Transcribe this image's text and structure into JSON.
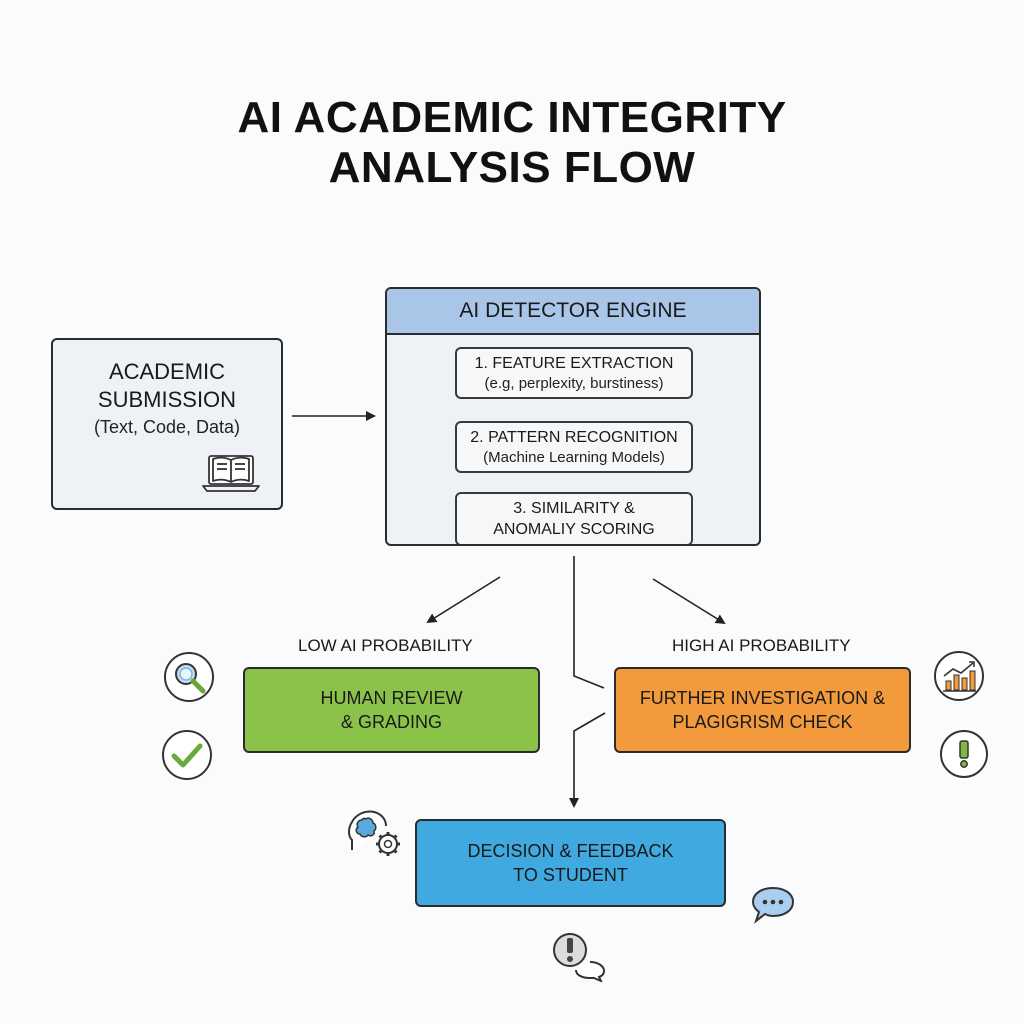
{
  "title": {
    "line1": "AI ACADEMIC INTEGRITY",
    "line2": "ANALYSIS FLOW"
  },
  "submission": {
    "line1": "ACADEMIC",
    "line2": "SUBMISSION",
    "line3": "(Text, Code, Data)",
    "icon": "book-laptop-icon"
  },
  "engine": {
    "header": "AI DETECTOR ENGINE",
    "steps": [
      {
        "title": "1. FEATURE EXTRACTION",
        "subtitle": "(e.g, perplexity, burstiness)"
      },
      {
        "title": "2. PATTERN RECOGNITION",
        "subtitle": "(Machine Learning Models)"
      },
      {
        "title": "3. SIMILARITY &",
        "subtitle": "ANOMALIY SCORING"
      }
    ]
  },
  "branches": {
    "low_label": "LOW AI PROBABILITY",
    "high_label": "HIGH AI PROBABILITY"
  },
  "outcomes": {
    "human_line1": "HUMAN REVIEW",
    "human_line2": "& GRADING",
    "further_line1": "FURTHER INVESTIGATION &",
    "further_line2": "PLAGIGRISM CHECK",
    "decision_line1": "DECISION & FEEDBACK",
    "decision_line2": "TO STUDENT"
  },
  "icons": [
    "magnifier-icon",
    "checkmark-icon",
    "bar-chart-icon",
    "exclamation-icon",
    "brain-gear-icon",
    "speech-bubble-icon",
    "alert-chat-icon"
  ],
  "colors": {
    "engine_header": "#a9c5e8",
    "human_review": "#8bc34a",
    "further_investigation": "#f29a3c",
    "decision": "#3fa9e0"
  }
}
